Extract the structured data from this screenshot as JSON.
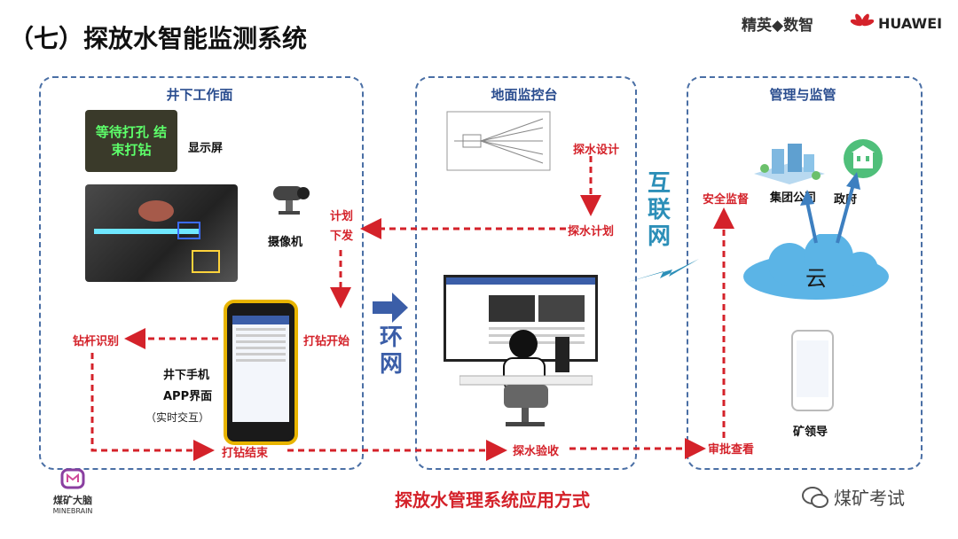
{
  "title": "（七）探放水智能监测系统",
  "brands": {
    "left": "精英◆数智",
    "right": "HUAWEI"
  },
  "panels": {
    "underground": {
      "title": "井下工作面",
      "screen_text": "等待打孔 结束打钻",
      "display_label": "显示屏",
      "camera_label": "摄像机",
      "phone_label1": "井下手机",
      "phone_label2": "APP界面",
      "phone_label3": "（实时交互）",
      "drill_rod": "钻杆识别",
      "start_drill": "打钻开始",
      "end_drill": "打钻结束",
      "plan_issue": "计划\n下发"
    },
    "ground": {
      "title": "地面监控台",
      "design": "探水设计",
      "plan": "探水计划",
      "accept": "探水验收"
    },
    "manage": {
      "title": "管理与监管",
      "safety": "安全监督",
      "group": "集团公司",
      "gov": "政府",
      "cloud": "云",
      "leader": "矿领导",
      "approve": "审批查看"
    }
  },
  "links": {
    "ring_network": "环\n网",
    "internet": "互\n联\n网"
  },
  "footer": "探放水管理系统应用方式",
  "logo": {
    "cn": "煤矿大脑",
    "en": "MINEBRAIN"
  },
  "watermark": "煤矿考试",
  "colors": {
    "red": "#d4222a",
    "blue": "#3b5ea8",
    "panel_border": "#4a6fa5"
  }
}
